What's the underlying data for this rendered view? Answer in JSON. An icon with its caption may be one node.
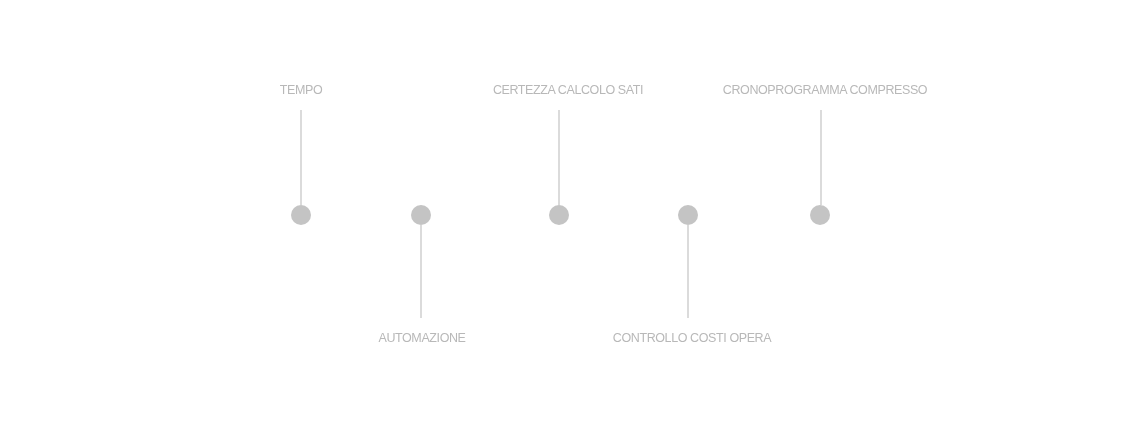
{
  "diagram": {
    "nodes": [
      {
        "text": [
          "TEMPO"
        ]
      },
      {
        "text": [],
        "shape": "circle"
      },
      {
        "text": [],
        "shape": "circle"
      },
      {
        "text": [
          "AUTOMAZIONE"
        ]
      },
      {
        "text": [
          "CERTEZZA CALCOLO SATI"
        ]
      },
      {
        "text": [],
        "shape": "circle"
      },
      {
        "text": [],
        "shape": "circle"
      },
      {
        "text": [
          "CONTROLLO COSTI OPERA"
        ]
      },
      {
        "text": [
          "CRONOPROGRAMMA COMPRESSO"
        ]
      },
      {
        "text": [],
        "shape": "circle"
      }
    ],
    "edges": [
      {
        "from": 0,
        "to": 1,
        "arrow": "none"
      },
      {
        "from": 3,
        "to": 2,
        "arrow": "none"
      },
      {
        "from": 4,
        "to": 5,
        "arrow": "none"
      },
      {
        "from": 7,
        "to": 6,
        "arrow": "none"
      },
      {
        "from": 8,
        "to": 9,
        "arrow": "none"
      }
    ]
  }
}
